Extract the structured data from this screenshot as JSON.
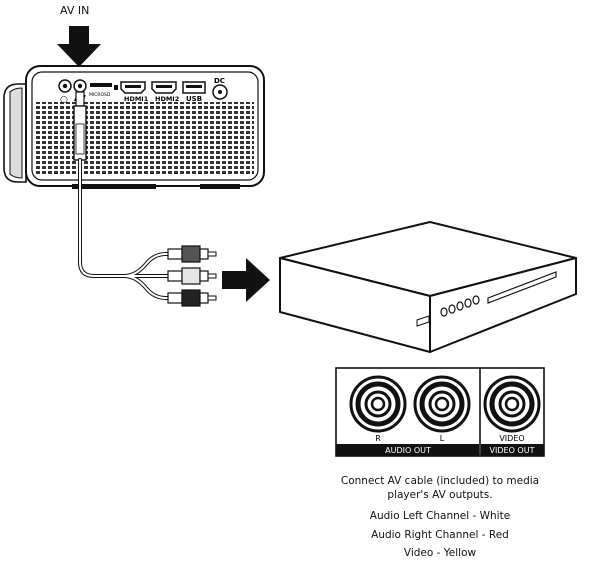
{
  "header": {
    "av_in_label": "AV IN"
  },
  "projector_ports": {
    "audio_jack_icon": "headphone-icon",
    "av_label": "AV",
    "microsd_label": "MICROSD",
    "hdmi1_label": "HDMI1",
    "hdmi2_label": "HDMI2",
    "usb_label": "USB",
    "dc_label": "DC"
  },
  "output_panel": {
    "jack_r_label": "R",
    "jack_l_label": "L",
    "jack_video_label": "VIDEO",
    "audio_out_label": "AUDIO OUT",
    "video_out_label": "VIDEO OUT"
  },
  "instructions": {
    "main": "Connect AV cable (included) to media player's AV outputs.",
    "white": "Audio Left Channel - White",
    "red": "Audio Right Channel - Red",
    "yellow": "Video - Yellow"
  },
  "colors": {
    "line": "#111111",
    "vent": "#333333",
    "background": "#ffffff"
  }
}
